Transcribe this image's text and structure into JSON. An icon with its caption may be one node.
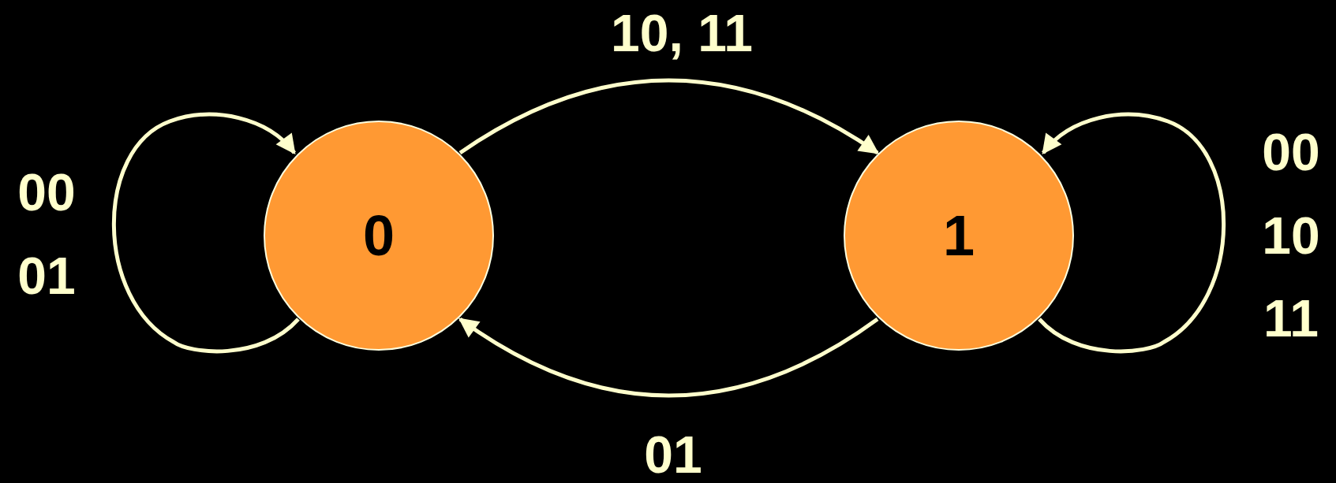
{
  "diagram": {
    "nodes": [
      {
        "text": [
          "0"
        ]
      },
      {
        "text": [
          "1"
        ]
      }
    ],
    "edges": [
      {
        "from": 0,
        "to": 0,
        "arrow": "to",
        "label": "00 01"
      },
      {
        "from": 0,
        "to": 1,
        "arrow": "to",
        "label": "10, 11"
      },
      {
        "from": 1,
        "to": 0,
        "arrow": "to",
        "label": "01"
      },
      {
        "from": 1,
        "to": 1,
        "arrow": "to",
        "label": "00 10 11"
      }
    ]
  }
}
